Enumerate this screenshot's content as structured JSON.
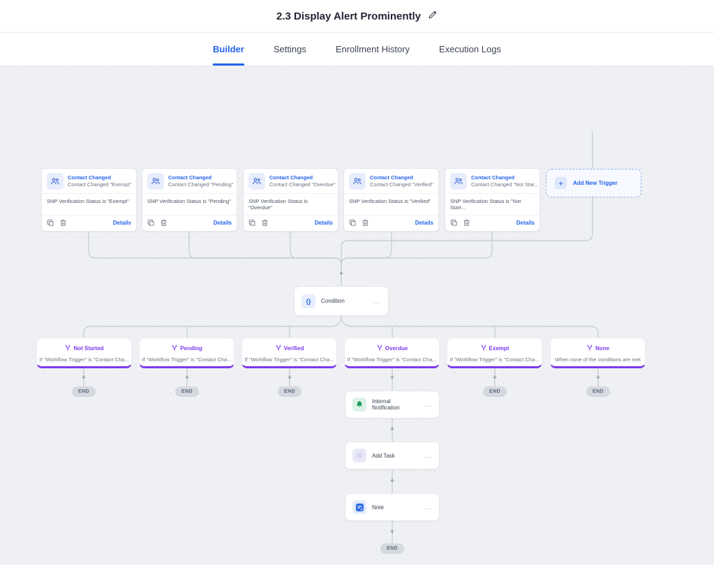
{
  "header": {
    "title": "2.3 Display Alert Prominently"
  },
  "tabs": [
    {
      "label": "Builder",
      "active": true
    },
    {
      "label": "Settings",
      "active": false
    },
    {
      "label": "Enrollment History",
      "active": false
    },
    {
      "label": "Execution Logs",
      "active": false
    }
  ],
  "triggers": [
    {
      "title": "Contact Changed",
      "subtitle": "Contact Changed \"Exempt\"",
      "condition": "SNP Verification Status is \"Exempt\"",
      "details_label": "Details"
    },
    {
      "title": "Contact Changed",
      "subtitle": "Contact Changed \"Pending\"",
      "condition": "SNP Verification Status is \"Pending\"",
      "details_label": "Details"
    },
    {
      "title": "Contact Changed",
      "subtitle": "Contact Changed \"Overdue\"",
      "condition": "SNP Verification Status is \"Overdue\"",
      "details_label": "Details"
    },
    {
      "title": "Contact Changed",
      "subtitle": "Contact Changed \"Verified\"",
      "condition": "SNP Verification Status is \"Verified\"",
      "details_label": "Details"
    },
    {
      "title": "Contact Changed",
      "subtitle": "Contact Changed \"Not Star...",
      "condition": "SNP Verification Status is \"Not Start...",
      "details_label": "Details"
    }
  ],
  "add_trigger": {
    "label": "Add New Trigger"
  },
  "condition_node": {
    "label": "Condition",
    "icon_glyph": "{}"
  },
  "branches": [
    {
      "label": "Not Started",
      "description": "If \"Workflow Trigger\" is \"Contact Cha..."
    },
    {
      "label": "Pending",
      "description": "If \"Workflow Trigger\" is \"Contact Cha..."
    },
    {
      "label": "Verified",
      "description": "If \"Workflow Trigger\" is \"Contact Cha..."
    },
    {
      "label": "Overdue",
      "description": "If \"Workflow Trigger\" is \"Contact Cha..."
    },
    {
      "label": "Exempt",
      "description": "If \"Workflow Trigger\" is \"Contact Cha..."
    },
    {
      "label": "None",
      "description": "When none of the conditions are met"
    }
  ],
  "actions": [
    {
      "label": "Internal Notification"
    },
    {
      "label": "Add Task"
    },
    {
      "label": "Note"
    }
  ],
  "ui": {
    "end_label": "END",
    "plus": "+",
    "ellipsis": "..."
  },
  "colors": {
    "accent_blue": "#2563eb",
    "branch_purple": "#7c3aed",
    "notification_green": "#189a58",
    "canvas_bg": "#eef0f3",
    "end_pill_bg": "#d4d8df",
    "connector": "#c9ced6"
  }
}
